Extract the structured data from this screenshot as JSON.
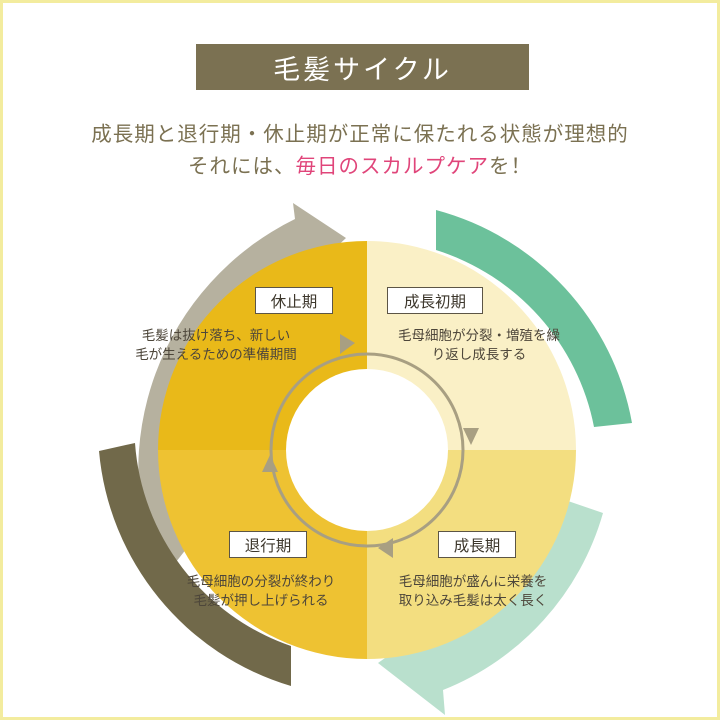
{
  "title": "毛髪サイクル",
  "subtitle": {
    "line1": "成長期と退行期・休止期が正常に保たれる状態が理想的",
    "line2_prefix": "それには、",
    "line2_highlight": "毎日のスカルプケア",
    "line2_suffix": "を！"
  },
  "colors": {
    "title_bg": "#7b7152",
    "text_brown": "#7b7152",
    "highlight_pink": "#e0457a",
    "rest_phase": "#e9b919",
    "early_growth_phase": "#faf0c6",
    "growth_phase": "#f3de80",
    "regression_phase": "#eec232",
    "arrow_grey": "#b6b19f",
    "arrow_dark": "#71694a",
    "arrow_green": "#6cc19b",
    "arrow_light_green": "#b9e0cd"
  },
  "phases": {
    "rest": {
      "label": "休止期",
      "desc1": "毛髪は抜け落ち、新しい",
      "desc2": "毛が生えるための準備期間"
    },
    "early_growth": {
      "label": "成長初期",
      "desc1": "毛母細胞が分裂・増殖を繰",
      "desc2": "り返し成長する"
    },
    "growth": {
      "label": "成長期",
      "desc1": "毛母細胞が盛んに栄養を",
      "desc2": "取り込み毛髪は太く長く"
    },
    "regression": {
      "label": "退行期",
      "desc1": "毛母細胞の分裂が終わり",
      "desc2": "毛髪が押し上げられる"
    }
  }
}
